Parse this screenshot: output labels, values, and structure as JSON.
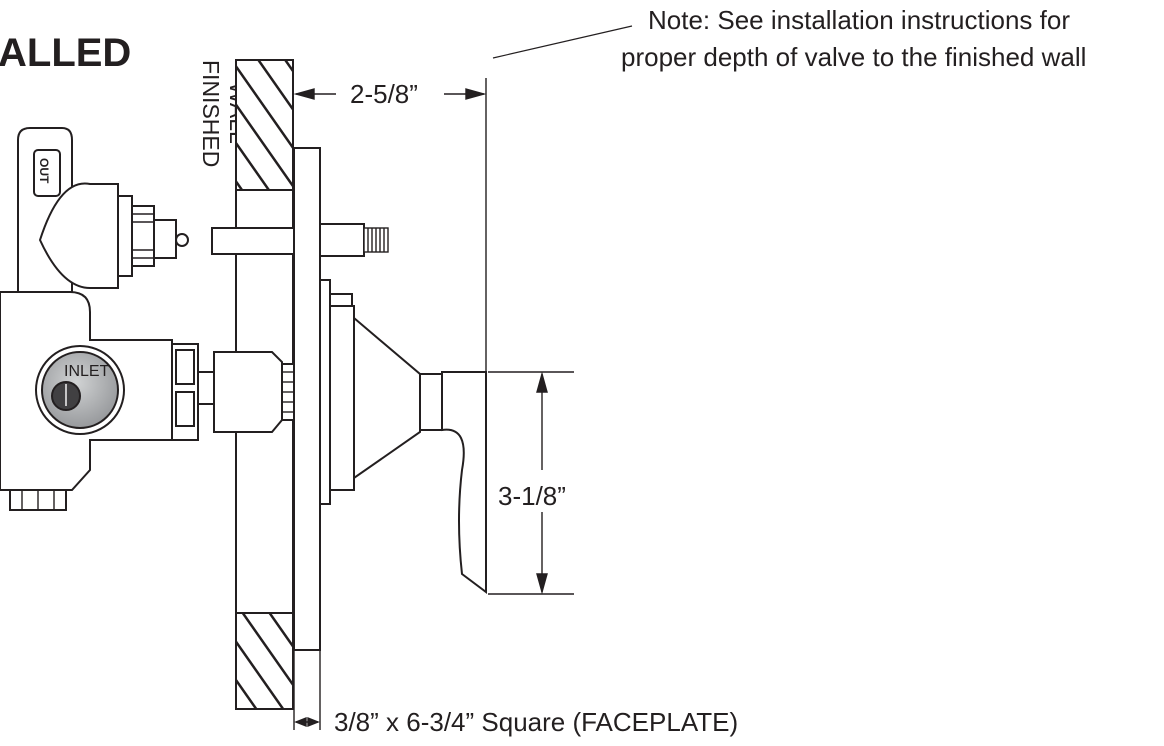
{
  "title": "ALLED",
  "note": {
    "line1": "Note: See installation instructions for",
    "line2": "proper depth of valve to the finished wall"
  },
  "wall_label": {
    "line1": "FINISHED",
    "line2": "WALL"
  },
  "dimensions": {
    "depth": "2-5/8”",
    "handle_height": "3-1/8”",
    "faceplate": "3/8” x 6-3/4” Square (FACEPLATE)"
  },
  "ports": {
    "outlet": "OUT",
    "inlet": "INLET"
  },
  "colors": {
    "line": "#231f20",
    "inlet_cap": "#a7a9ac"
  }
}
